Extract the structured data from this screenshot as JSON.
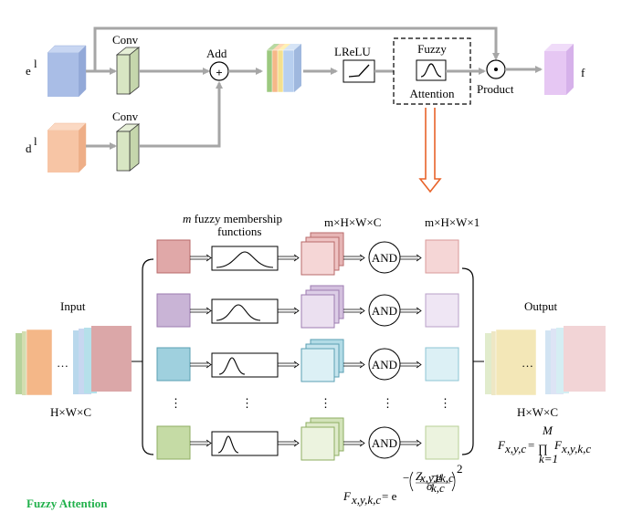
{
  "top": {
    "input_e": "e",
    "input_e_sup": "l",
    "input_d": "d",
    "input_d_sup": "l",
    "conv_top": "Conv",
    "conv_bottom": "Conv",
    "add": "Add",
    "add_symbol": "+",
    "lrelu": "LReLU",
    "fuzzy_line1": "Fuzzy",
    "fuzzy_line2": "Attention",
    "product": "Product",
    "product_symbol": "•",
    "output_f": "f"
  },
  "bottom": {
    "mf_title_italic": "m",
    "mf_title_rest": " fuzzy membership",
    "mf_title_line2": "functions",
    "col_label_1": "m×H×W×C",
    "col_label_2": "m×H×W×1",
    "input_label": "Input",
    "input_dims": "H×W×C",
    "output_label": "Output",
    "output_dims": "H×W×C",
    "ellipsis": "…",
    "vdots": "⋮",
    "and_labels": [
      "AND",
      "AND",
      "AND",
      "AND"
    ],
    "formula_F": "F",
    "formula_F_sub": "x,y,k,c",
    "formula_eq": "= e",
    "formula_exp_num": "Z",
    "formula_exp_num_sub": "x,y,c",
    "formula_exp_mu": "μ",
    "formula_exp_mu_sub": "k,c",
    "formula_exp_sigma": "σ",
    "formula_exp_sigma_sub": "k,c",
    "formula_exp_sq": "2",
    "out_formula_F": "F",
    "out_formula_F_sub": "x,y,c",
    "out_formula_prod": "∏",
    "out_formula_prod_top": "M",
    "out_formula_prod_bot": "k=1",
    "out_formula_rhs": "F",
    "out_formula_rhs_sub": "x,y,k,c"
  },
  "caption": "Fuzzy Attention",
  "colors": {
    "e_block": "#a9bde6",
    "d_block": "#f7c5a5",
    "conv": "#d8e6c3",
    "f_block": "#e6c7f3",
    "arrow_gray": "#a6a6a6",
    "orange_arrow": "#e8632a",
    "caption_green": "#22b14c",
    "row1": "#e0a8a8",
    "row2": "#c9b4d6",
    "row3": "#9fd0de",
    "row4": "#c5dba5"
  }
}
